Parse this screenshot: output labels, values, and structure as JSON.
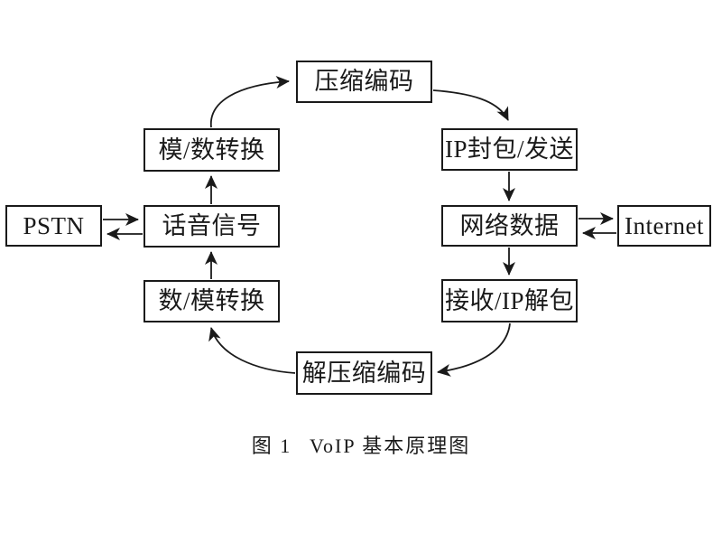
{
  "diagram": {
    "nodes": {
      "compression": "压缩编码",
      "ad_conversion": "模/数转换",
      "pstn": "PSTN",
      "voice_signal": "话音信号",
      "da_conversion": "数/模转换",
      "ip_packet_send": "IP封包/发送",
      "network_data": "网络数据",
      "internet": "Internet",
      "receive_unpack": "接收/IP解包",
      "decompression": "解压缩编码"
    },
    "caption": {
      "label": "图 1",
      "title": "VoIP 基本原理图"
    },
    "colors": {
      "line": "#1a1a1a",
      "box_fill": "#ffffff",
      "text": "#1a1a1a",
      "background": "#ffffff"
    }
  }
}
